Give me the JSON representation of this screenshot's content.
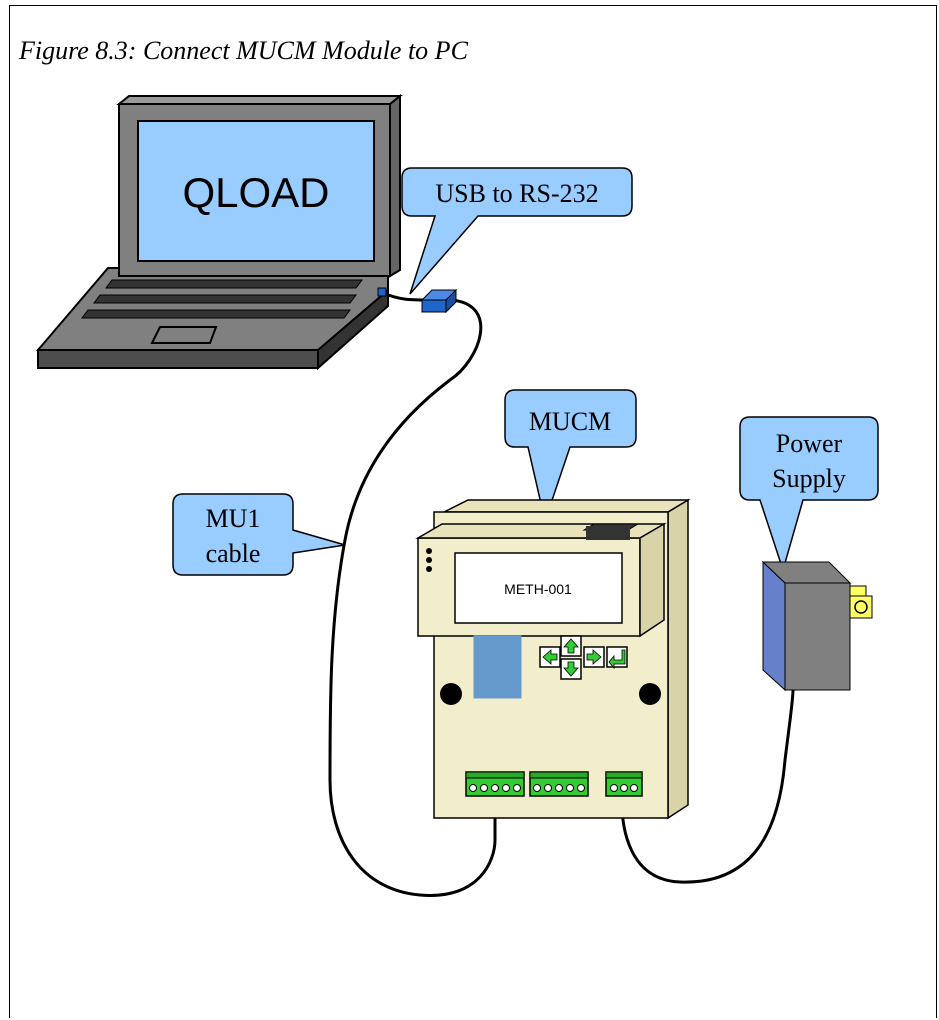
{
  "figure": {
    "caption": "Figure 8.3: Connect MUCM Module to PC"
  },
  "laptop": {
    "screen_text": "QLOAD"
  },
  "callouts": {
    "usb": "USB to RS-232",
    "mucm": "MUCM",
    "power_line1": "Power",
    "power_line2": "Supply",
    "cable_line1": "MU1",
    "cable_line2": "cable"
  },
  "module": {
    "display_text": "METH-001"
  },
  "colors": {
    "callout_fill": "#99ccff",
    "screen_fill": "#99ccff",
    "laptop_body": "#808080",
    "module_body": "#f2eecb",
    "terminal_green": "#33cc33",
    "usb_adapter": "#1f66cc",
    "power_supply": "#808080"
  }
}
